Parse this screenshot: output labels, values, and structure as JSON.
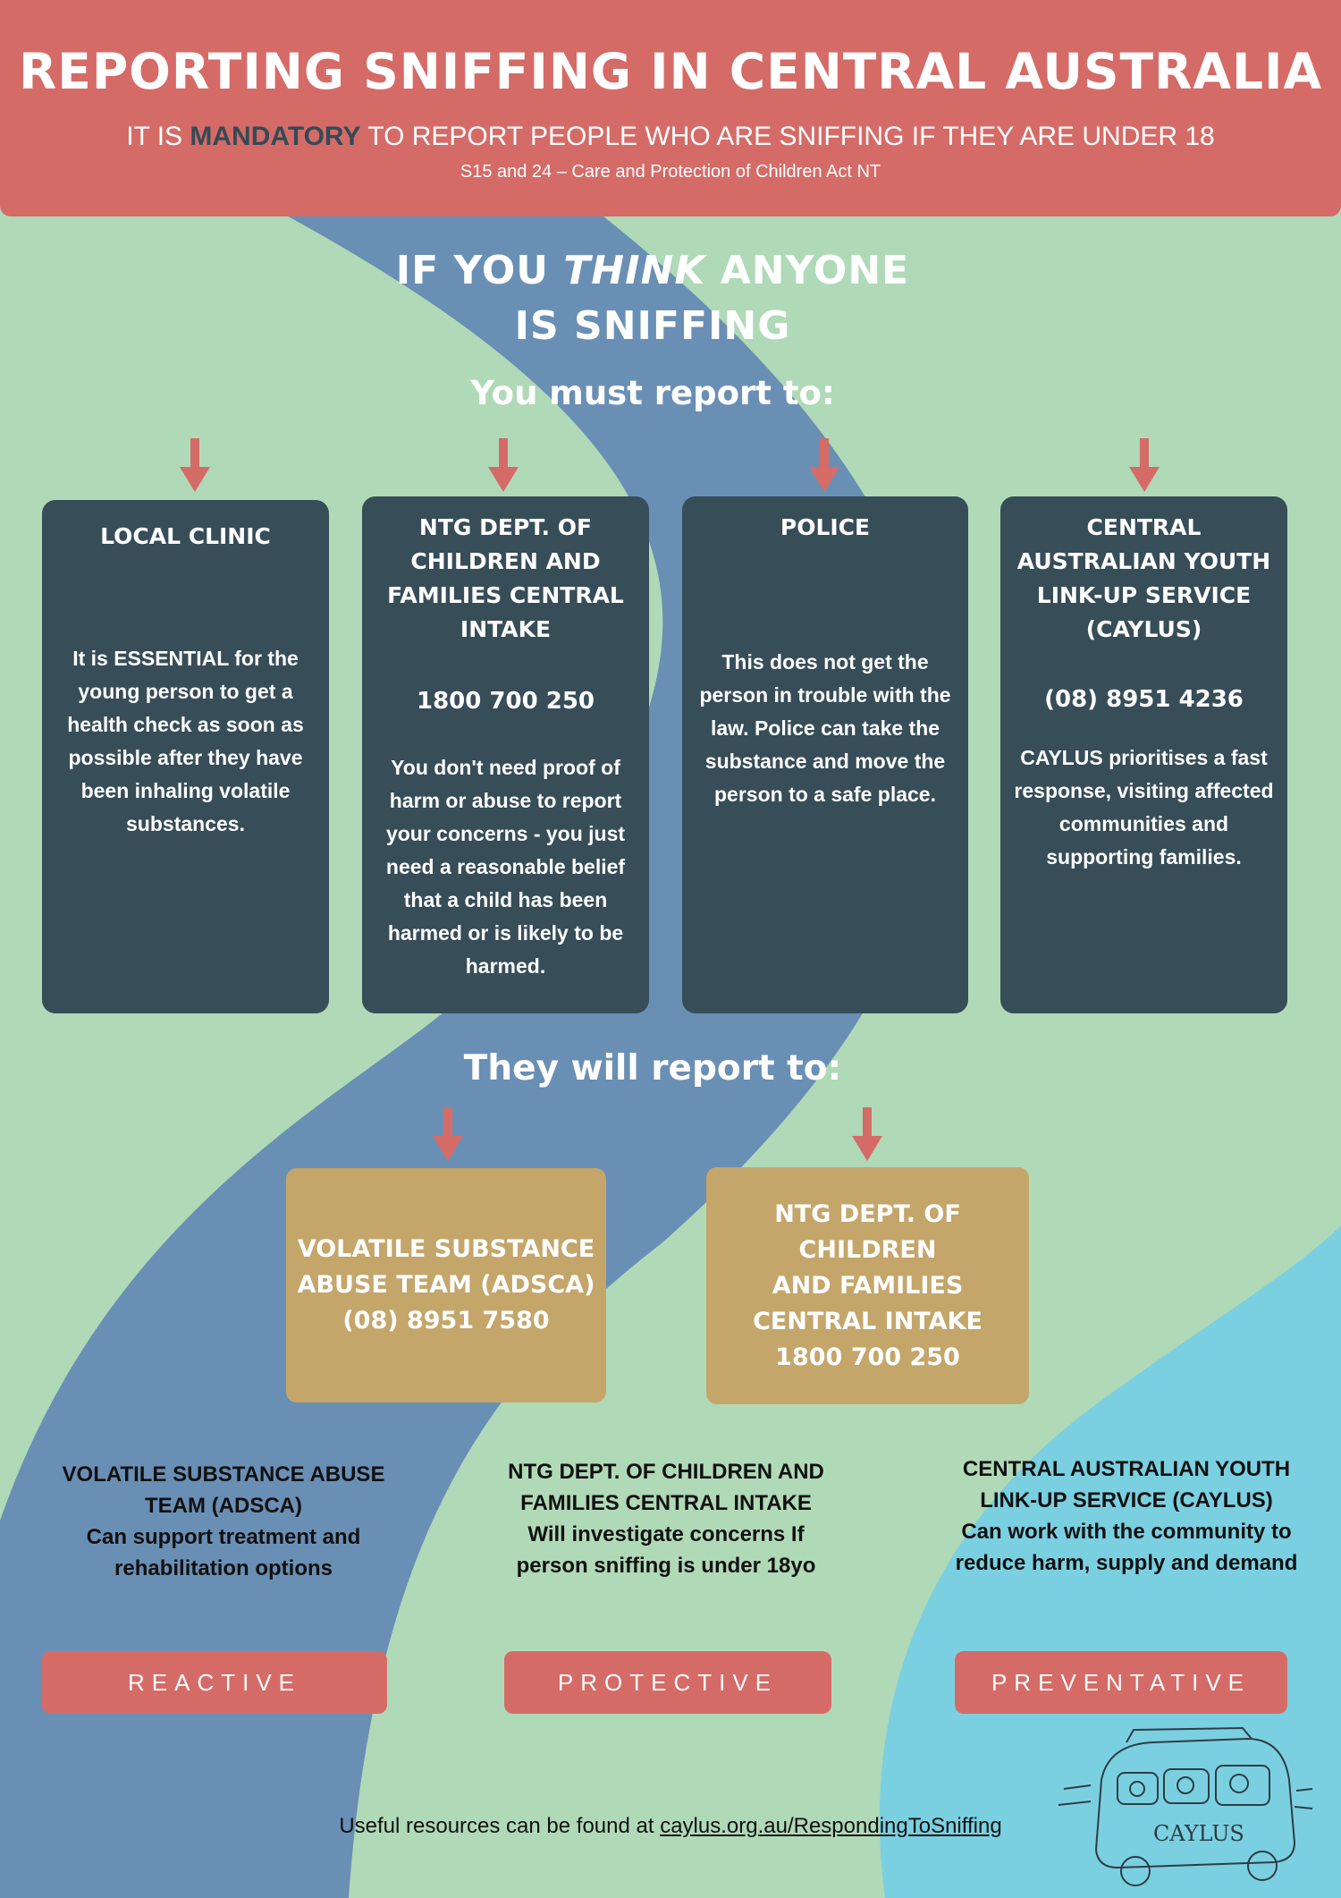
{
  "header": {
    "title": "REPORTING SNIFFING IN CENTRAL AUSTRALIA",
    "subtitle_prefix": "IT IS",
    "subtitle_emphasis": "MANDATORY",
    "subtitle_suffix": "TO REPORT PEOPLE WHO ARE SNIFFING IF THEY ARE UNDER 18",
    "statute": "S15 and 24 – Care and Protection of Children Act NT"
  },
  "section1": {
    "heading_pre": "IF YOU",
    "heading_em": "THINK",
    "heading_post": "ANYONE",
    "heading_line2": "IS SNIFFING",
    "subheading": "You must report to:"
  },
  "cards": [
    {
      "title": "LOCAL CLINIC",
      "phone": "",
      "body": "It is ESSENTIAL for the young person to get a health check as soon as possible after they have been inhaling volatile substances."
    },
    {
      "title": "NTG DEPT. OF CHILDREN AND FAMILIES CENTRAL INTAKE",
      "phone": "1800 700 250",
      "body": "You don't need proof of harm or abuse to report your concerns - you just need a reasonable belief that a child has been harmed or is likely to be harmed."
    },
    {
      "title": "POLICE",
      "phone": "",
      "body": "This does not get the person in trouble with the law. Police can take the substance and move the person to a safe place."
    },
    {
      "title": "CENTRAL AUSTRALIAN YOUTH LINK-UP SERVICE (CAYLUS)",
      "phone": "(08) 8951 4236",
      "body": "CAYLUS prioritises a fast response, visiting affected communities and supporting families."
    }
  ],
  "section2": {
    "heading": "They will report to:"
  },
  "referrals": [
    {
      "line1": "VOLATILE SUBSTANCE",
      "line2": "ABUSE TEAM (ADSCA)",
      "line3": "(08) 8951 7580"
    },
    {
      "line1": "NTG DEPT. OF CHILDREN",
      "line2": "AND FAMILIES",
      "line3": "CENTRAL INTAKE",
      "line4": "1800 700 250"
    }
  ],
  "roles": [
    {
      "name": "VOLATILE SUBSTANCE ABUSE TEAM (ADSCA)",
      "desc": "Can support treatment and rehabilitation options",
      "tag": "REACTIVE"
    },
    {
      "name": "NTG DEPT. OF CHILDREN AND FAMILIES CENTRAL INTAKE",
      "desc": "Will investigate concerns If person sniffing is under 18yo",
      "tag": "PROTECTIVE"
    },
    {
      "name": "CENTRAL AUSTRALIAN YOUTH LINK-UP SERVICE (CAYLUS)",
      "desc": "Can work with the community to reduce harm, supply and demand",
      "tag": "PREVENTATIVE"
    }
  ],
  "footer": {
    "text": "Useful resources can be found at",
    "link": "caylus.org.au/RespondingToSniffing"
  },
  "logo": {
    "text": "CAYLUS"
  },
  "colors": {
    "header_red": "#d56b67",
    "card_dark": "#374d58",
    "card_gold": "#c4a66b",
    "bg_green": "#b0d9b7",
    "band_blue": "#6a8fb5",
    "band_cyan": "#7ad0e0"
  }
}
